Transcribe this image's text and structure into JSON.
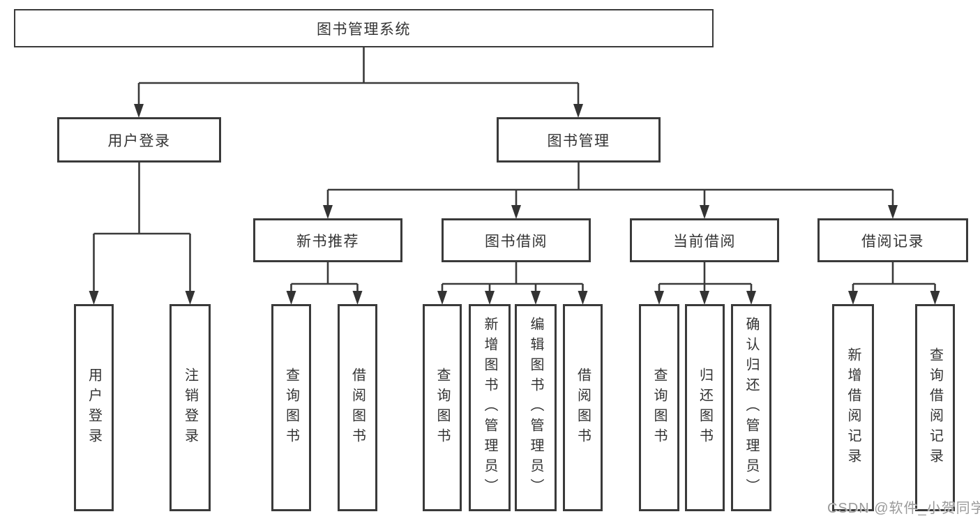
{
  "tree": {
    "root": {
      "label": "图书管理系统",
      "children": [
        {
          "label": "用户登录",
          "children": [
            {
              "label": "用户登录"
            },
            {
              "label": "注销登录"
            }
          ]
        },
        {
          "label": "图书管理",
          "children": [
            {
              "label": "新书推荐",
              "children": [
                {
                  "label": "查询图书"
                },
                {
                  "label": "借阅图书"
                }
              ]
            },
            {
              "label": "图书借阅",
              "children": [
                {
                  "label": "查询图书"
                },
                {
                  "label": "新增图书（管理员）"
                },
                {
                  "label": "编辑图书（管理员）"
                },
                {
                  "label": "借阅图书"
                }
              ]
            },
            {
              "label": "当前借阅",
              "children": [
                {
                  "label": "查询图书"
                },
                {
                  "label": "归还图书"
                },
                {
                  "label": "确认归还（管理员）"
                }
              ]
            },
            {
              "label": "借阅记录",
              "children": [
                {
                  "label": "新增借阅记录"
                },
                {
                  "label": "查询借阅记录"
                }
              ]
            }
          ]
        }
      ]
    }
  },
  "watermark": "CSDN @软件_小贺同学",
  "colors": {
    "line": "#3a3a3a",
    "text": "#333333",
    "watermark": "#9a9a9a",
    "background": "#ffffff"
  }
}
